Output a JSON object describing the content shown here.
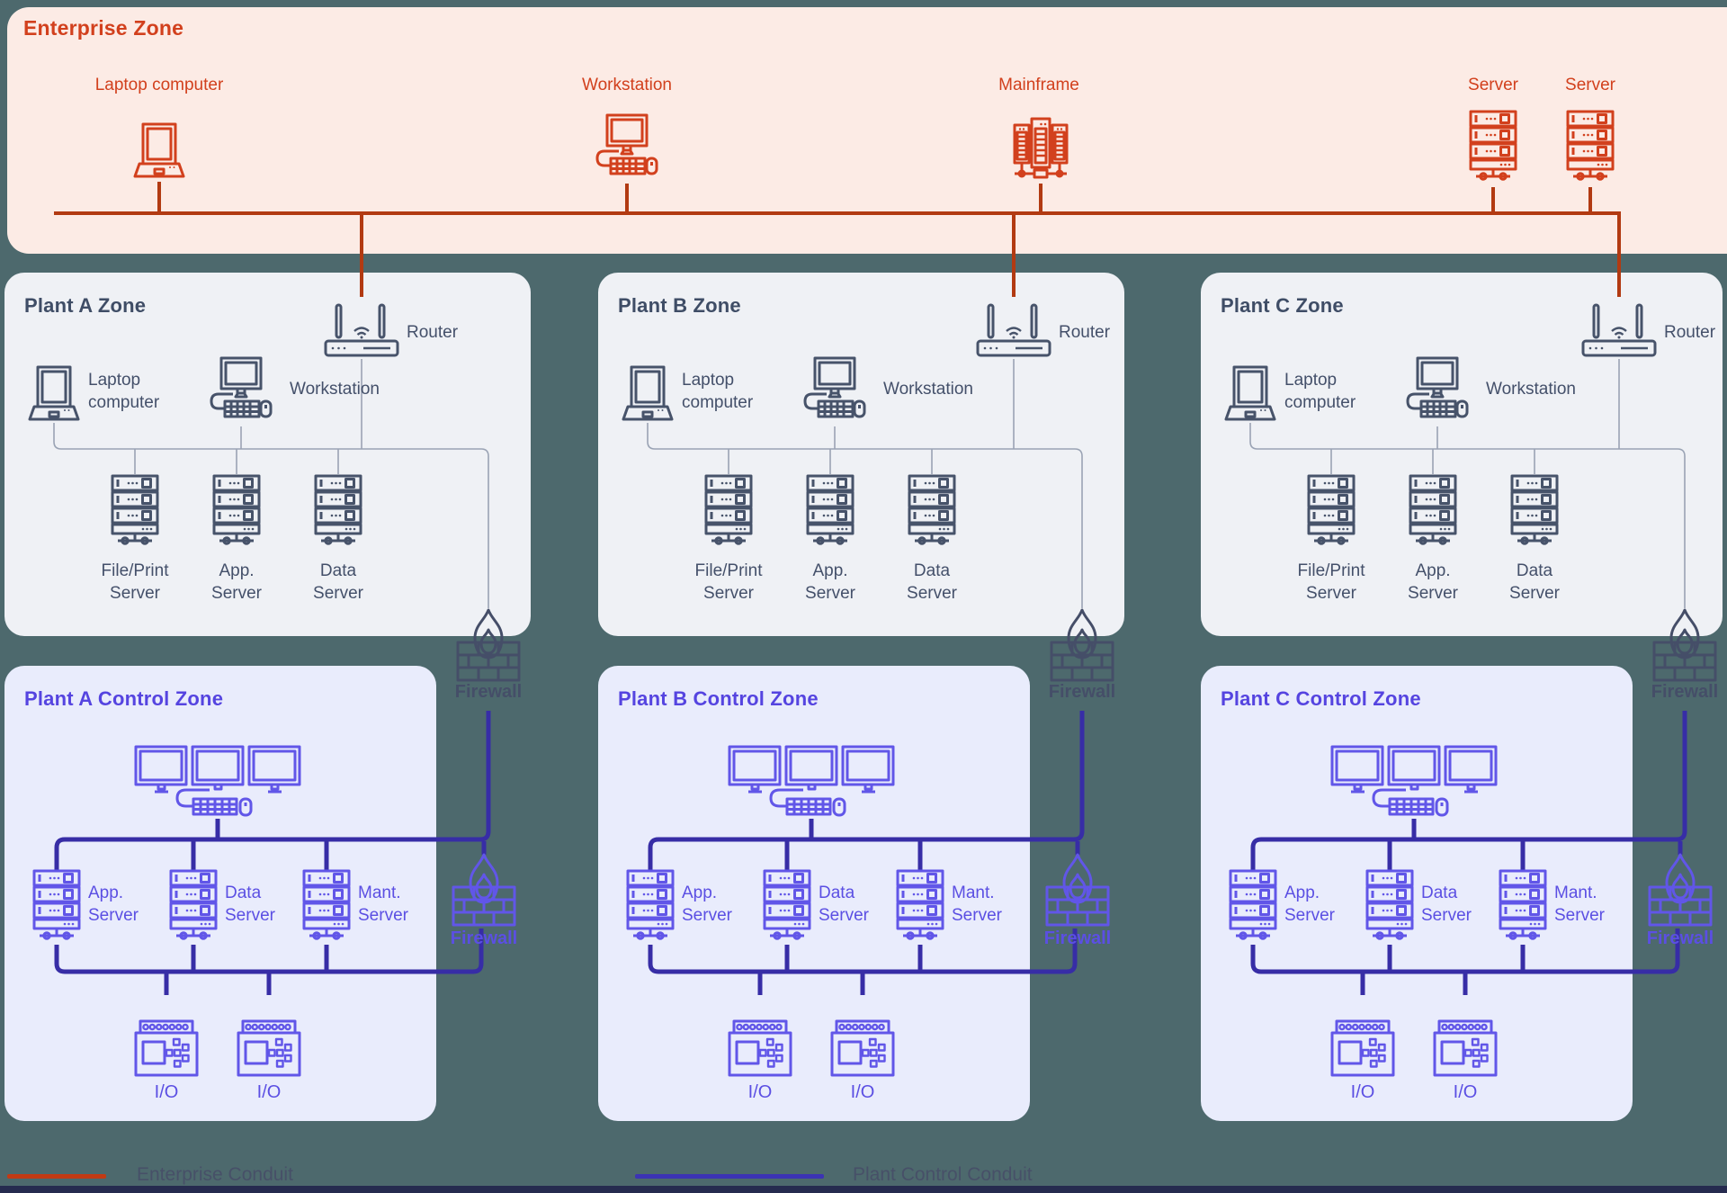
{
  "colors": {
    "background": "#4d696d",
    "enterprise_zone_bg": "#fcebe5",
    "enterprise_accent": "#d2401d",
    "enterprise_conduit": "#b23a12",
    "plant_zone_bg": "#eff1f5",
    "plant_accent": "#47536a",
    "plant_thin_line": "#9aa3b4",
    "control_zone_bg": "#e9ecfc",
    "control_accent": "#5b4fe3",
    "control_conduit": "#372da6"
  },
  "enterprise_zone": {
    "title": "Enterprise Zone",
    "devices": [
      {
        "label": "Laptop computer",
        "icon": "laptop-icon"
      },
      {
        "label": "Workstation",
        "icon": "workstation-icon"
      },
      {
        "label": "Mainframe",
        "icon": "mainframe-icon"
      },
      {
        "label": "Server",
        "icon": "server-icon"
      },
      {
        "label": "Server",
        "icon": "server-icon"
      }
    ]
  },
  "plant_zones": [
    {
      "title": "Plant A Zone",
      "router_label": "Router",
      "laptop_label": "Laptop computer",
      "workstation_label": "Workstation",
      "server_labels": [
        "File/Print Server",
        "App. Server",
        "Data Server"
      ],
      "firewall_label": "Firewall"
    },
    {
      "title": "Plant B Zone",
      "router_label": "Router",
      "laptop_label": "Laptop computer",
      "workstation_label": "Workstation",
      "server_labels": [
        "File/Print Server",
        "App. Server",
        "Data Server"
      ],
      "firewall_label": "Firewall"
    },
    {
      "title": "Plant C Zone",
      "router_label": "Router",
      "laptop_label": "Laptop computer",
      "workstation_label": "Workstation",
      "server_labels": [
        "File/Print Server",
        "App. Server",
        "Data Server"
      ],
      "firewall_label": "Firewall"
    }
  ],
  "control_zones": [
    {
      "title": "Plant A Control Zone",
      "server_labels": [
        "App. Server",
        "Data Server",
        "Mant. Server"
      ],
      "io_labels": [
        "I/O",
        "I/O"
      ],
      "firewall_label": "Firewall"
    },
    {
      "title": "Plant B Control Zone",
      "server_labels": [
        "App. Server",
        "Data Server",
        "Mant. Server"
      ],
      "io_labels": [
        "I/O",
        "I/O"
      ],
      "firewall_label": "Firewall"
    },
    {
      "title": "Plant C Control Zone",
      "server_labels": [
        "App. Server",
        "Data Server",
        "Mant. Server"
      ],
      "io_labels": [
        "I/O",
        "I/O"
      ],
      "firewall_label": "Firewall"
    }
  ],
  "legend": {
    "enterprise_label": "Enterprise Conduit",
    "control_label": "Plant Control Conduit"
  }
}
